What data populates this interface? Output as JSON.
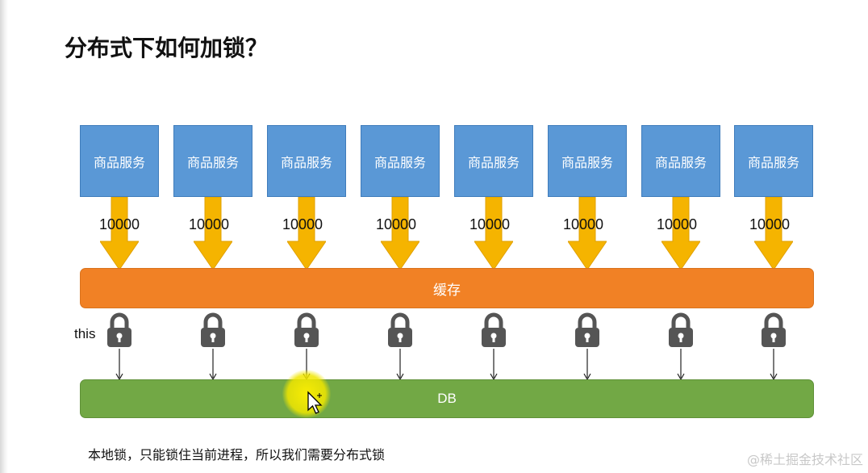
{
  "title": "分布式下如何加锁？",
  "services": [
    {
      "label": "商品服务",
      "qps": "10000"
    },
    {
      "label": "商品服务",
      "qps": "10000"
    },
    {
      "label": "商品服务",
      "qps": "10000"
    },
    {
      "label": "商品服务",
      "qps": "10000"
    },
    {
      "label": "商品服务",
      "qps": "10000"
    },
    {
      "label": "商品服务",
      "qps": "10000"
    },
    {
      "label": "商品服务",
      "qps": "10000"
    },
    {
      "label": "商品服务",
      "qps": "10000"
    }
  ],
  "cache_label": "缓存",
  "lock_label": "this",
  "db_label": "DB",
  "footer_note": "本地锁，只能锁住当前进程，所以我们需要分布式锁",
  "watermark": "@稀土掘金技术社区",
  "colors": {
    "service": "#5a98d6",
    "arrow": "#f5b400",
    "cache": "#f18125",
    "lock": "#555555",
    "db": "#72a845"
  },
  "icons": [
    "lock-icon",
    "cursor-icon"
  ]
}
